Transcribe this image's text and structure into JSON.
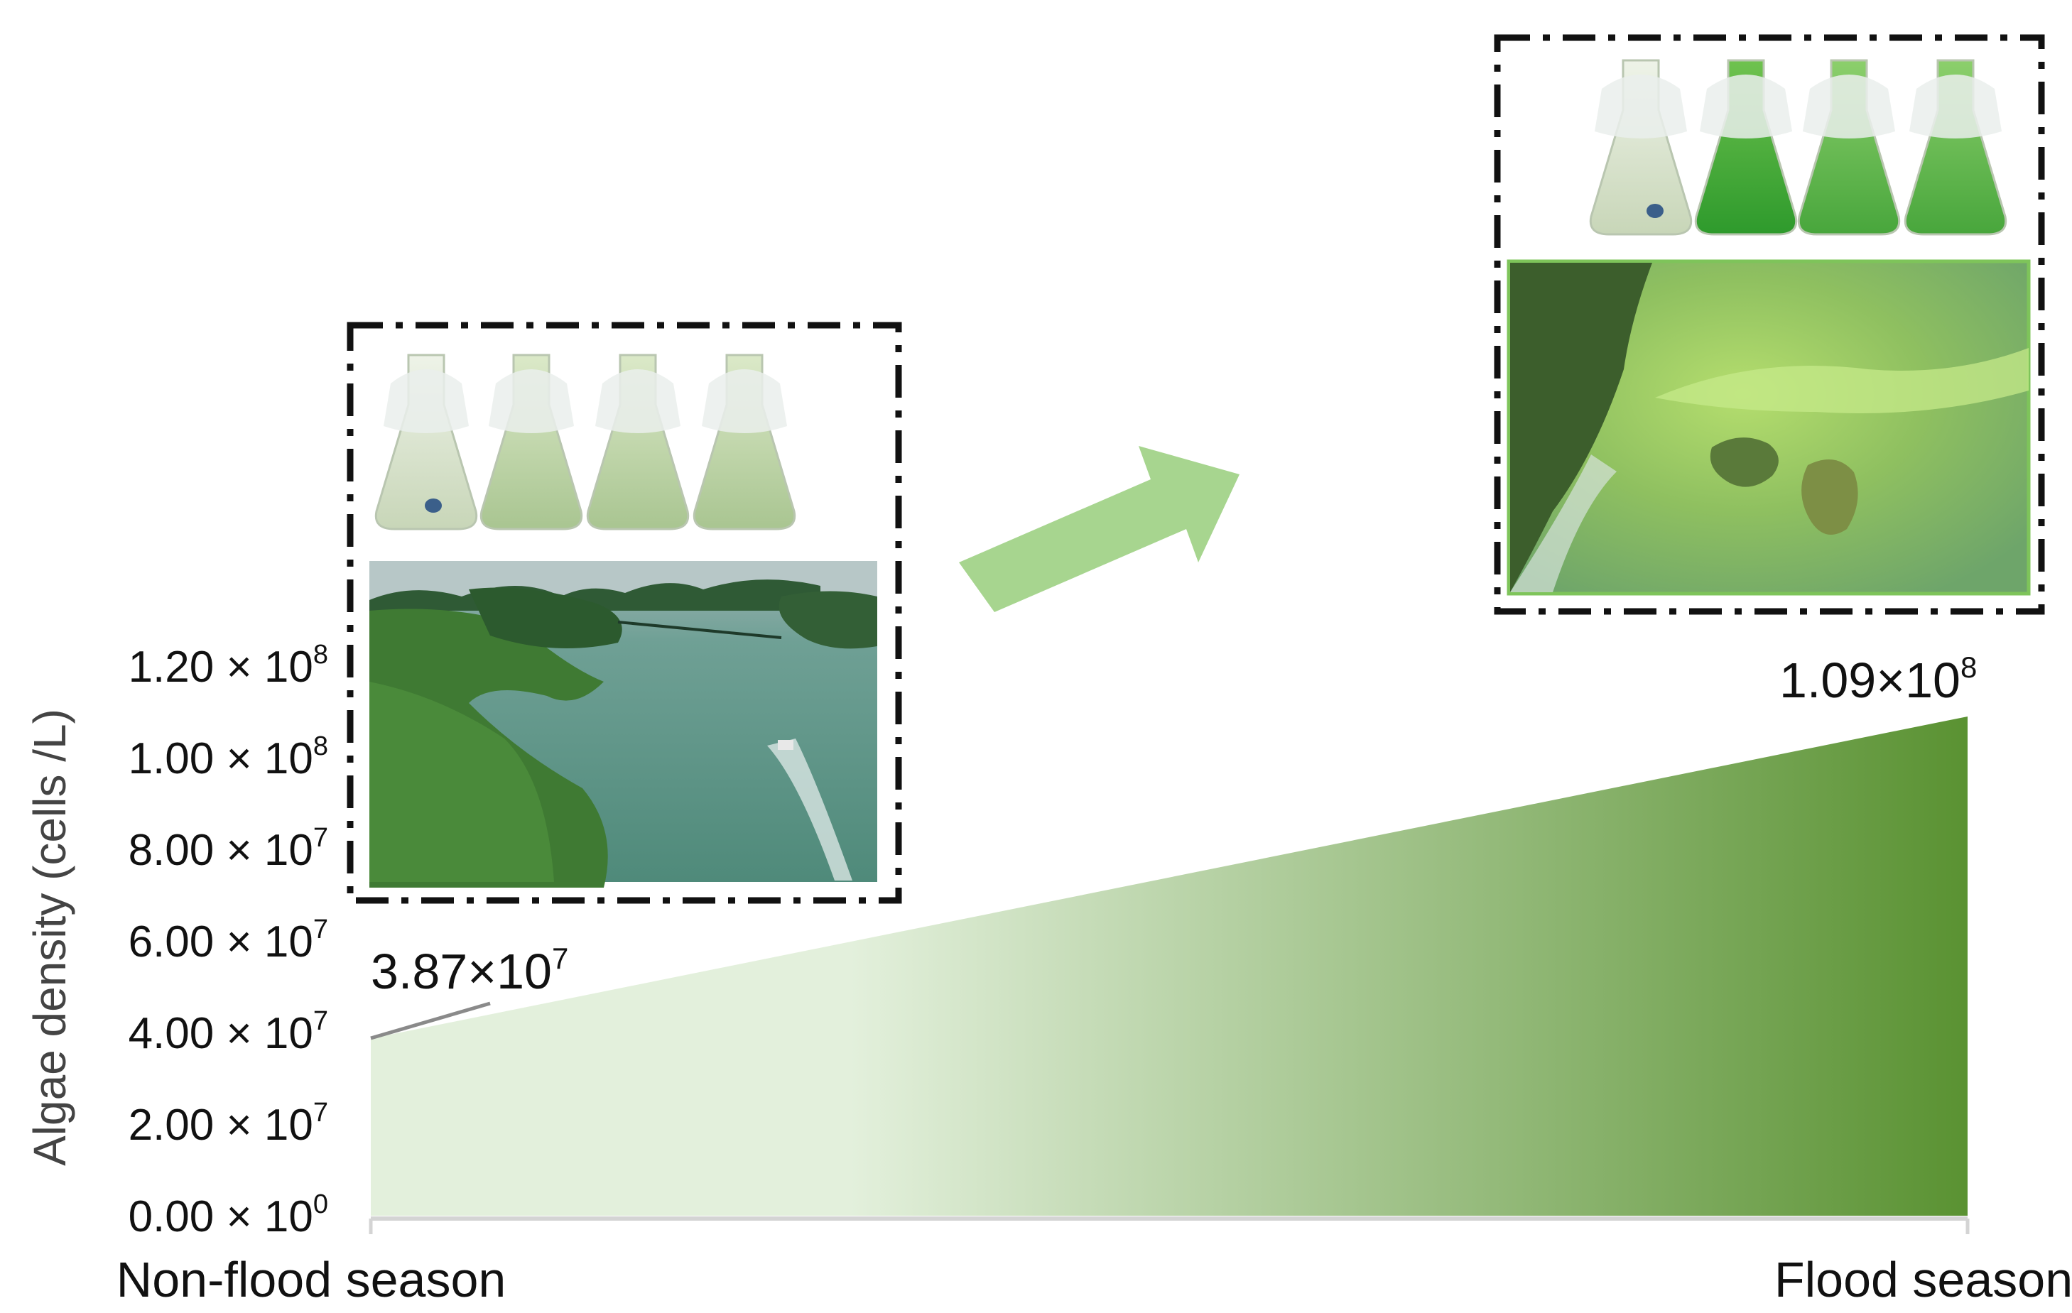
{
  "chart_data": {
    "type": "area",
    "categories": [
      "Non-flood season",
      "Flood season"
    ],
    "series": [
      {
        "values": [
          38700000,
          109000000
        ]
      }
    ],
    "value_labels": [
      {
        "mantissa": "3.87×10",
        "exp": "7"
      },
      {
        "mantissa": "1.09×10",
        "exp": "8"
      }
    ],
    "ylabel": "Algae density (cells /L)",
    "ylim": [
      0,
      120000000
    ],
    "yticks": [
      {
        "value": 0,
        "mantissa": "0.00 × 10",
        "exp": "0"
      },
      {
        "value": 20000000,
        "mantissa": "2.00 × 10",
        "exp": "7"
      },
      {
        "value": 40000000,
        "mantissa": "4.00 × 10",
        "exp": "7"
      },
      {
        "value": 60000000,
        "mantissa": "6.00 × 10",
        "exp": "7"
      },
      {
        "value": 80000000,
        "mantissa": "8.00 × 10",
        "exp": "7"
      },
      {
        "value": 100000000,
        "mantissa": "1.00 × 10",
        "exp": "8"
      },
      {
        "value": 120000000,
        "mantissa": "1.20 × 10",
        "exp": "8"
      }
    ],
    "grid": false,
    "colors": {
      "gradient_start": "#e3f0dc",
      "gradient_end": "#5a9232",
      "arrow": "#a7d58f",
      "baseline": "#d4d4d4"
    }
  }
}
